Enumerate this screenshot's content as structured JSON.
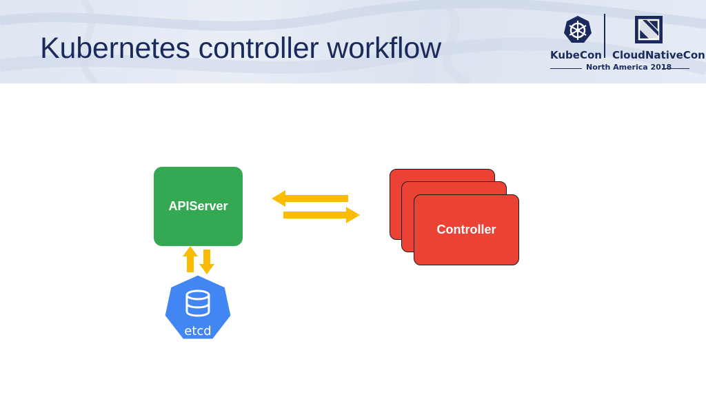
{
  "slide": {
    "title": "Kubernetes controller workflow"
  },
  "branding": {
    "kubecon_label": "KubeCon",
    "cncf_label": "CloudNativeCon",
    "event_label": "North America 2018"
  },
  "diagram": {
    "apiserver_label": "APIServer",
    "controller_label": "Controller",
    "etcd_label": "etcd"
  },
  "colors": {
    "title": "#1b2a5c",
    "apiserver": "#34a853",
    "controller": "#ea4335",
    "arrow": "#fbbc05",
    "etcd": "#4286f4"
  }
}
